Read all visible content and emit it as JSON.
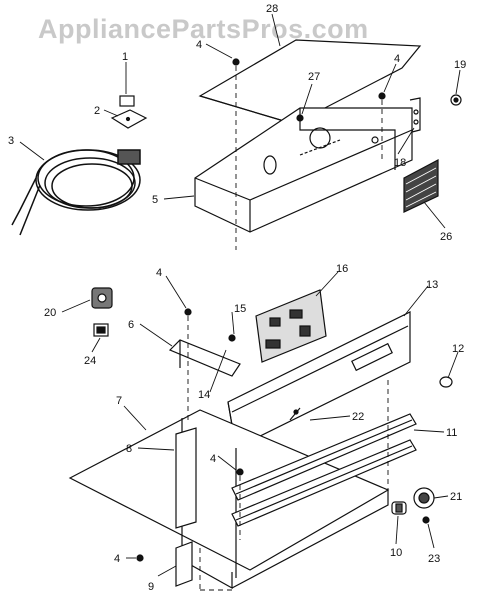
{
  "watermark": "AppliancePartsPros.com",
  "callouts": {
    "n1": "1",
    "n2": "2",
    "n3": "3",
    "n4a": "4",
    "n4b": "4",
    "n4c": "4",
    "n4d": "4",
    "n4e": "4",
    "n5": "5",
    "n6": "6",
    "n7": "7",
    "n8": "8",
    "n9": "9",
    "n10": "10",
    "n11": "11",
    "n12": "12",
    "n13": "13",
    "n14": "14",
    "n15": "15",
    "n16": "16",
    "n18": "18",
    "n19": "19",
    "n20": "20",
    "n21": "21",
    "n22": "22",
    "n23": "23",
    "n24": "24",
    "n26": "26",
    "n27": "27",
    "n28": "28"
  }
}
